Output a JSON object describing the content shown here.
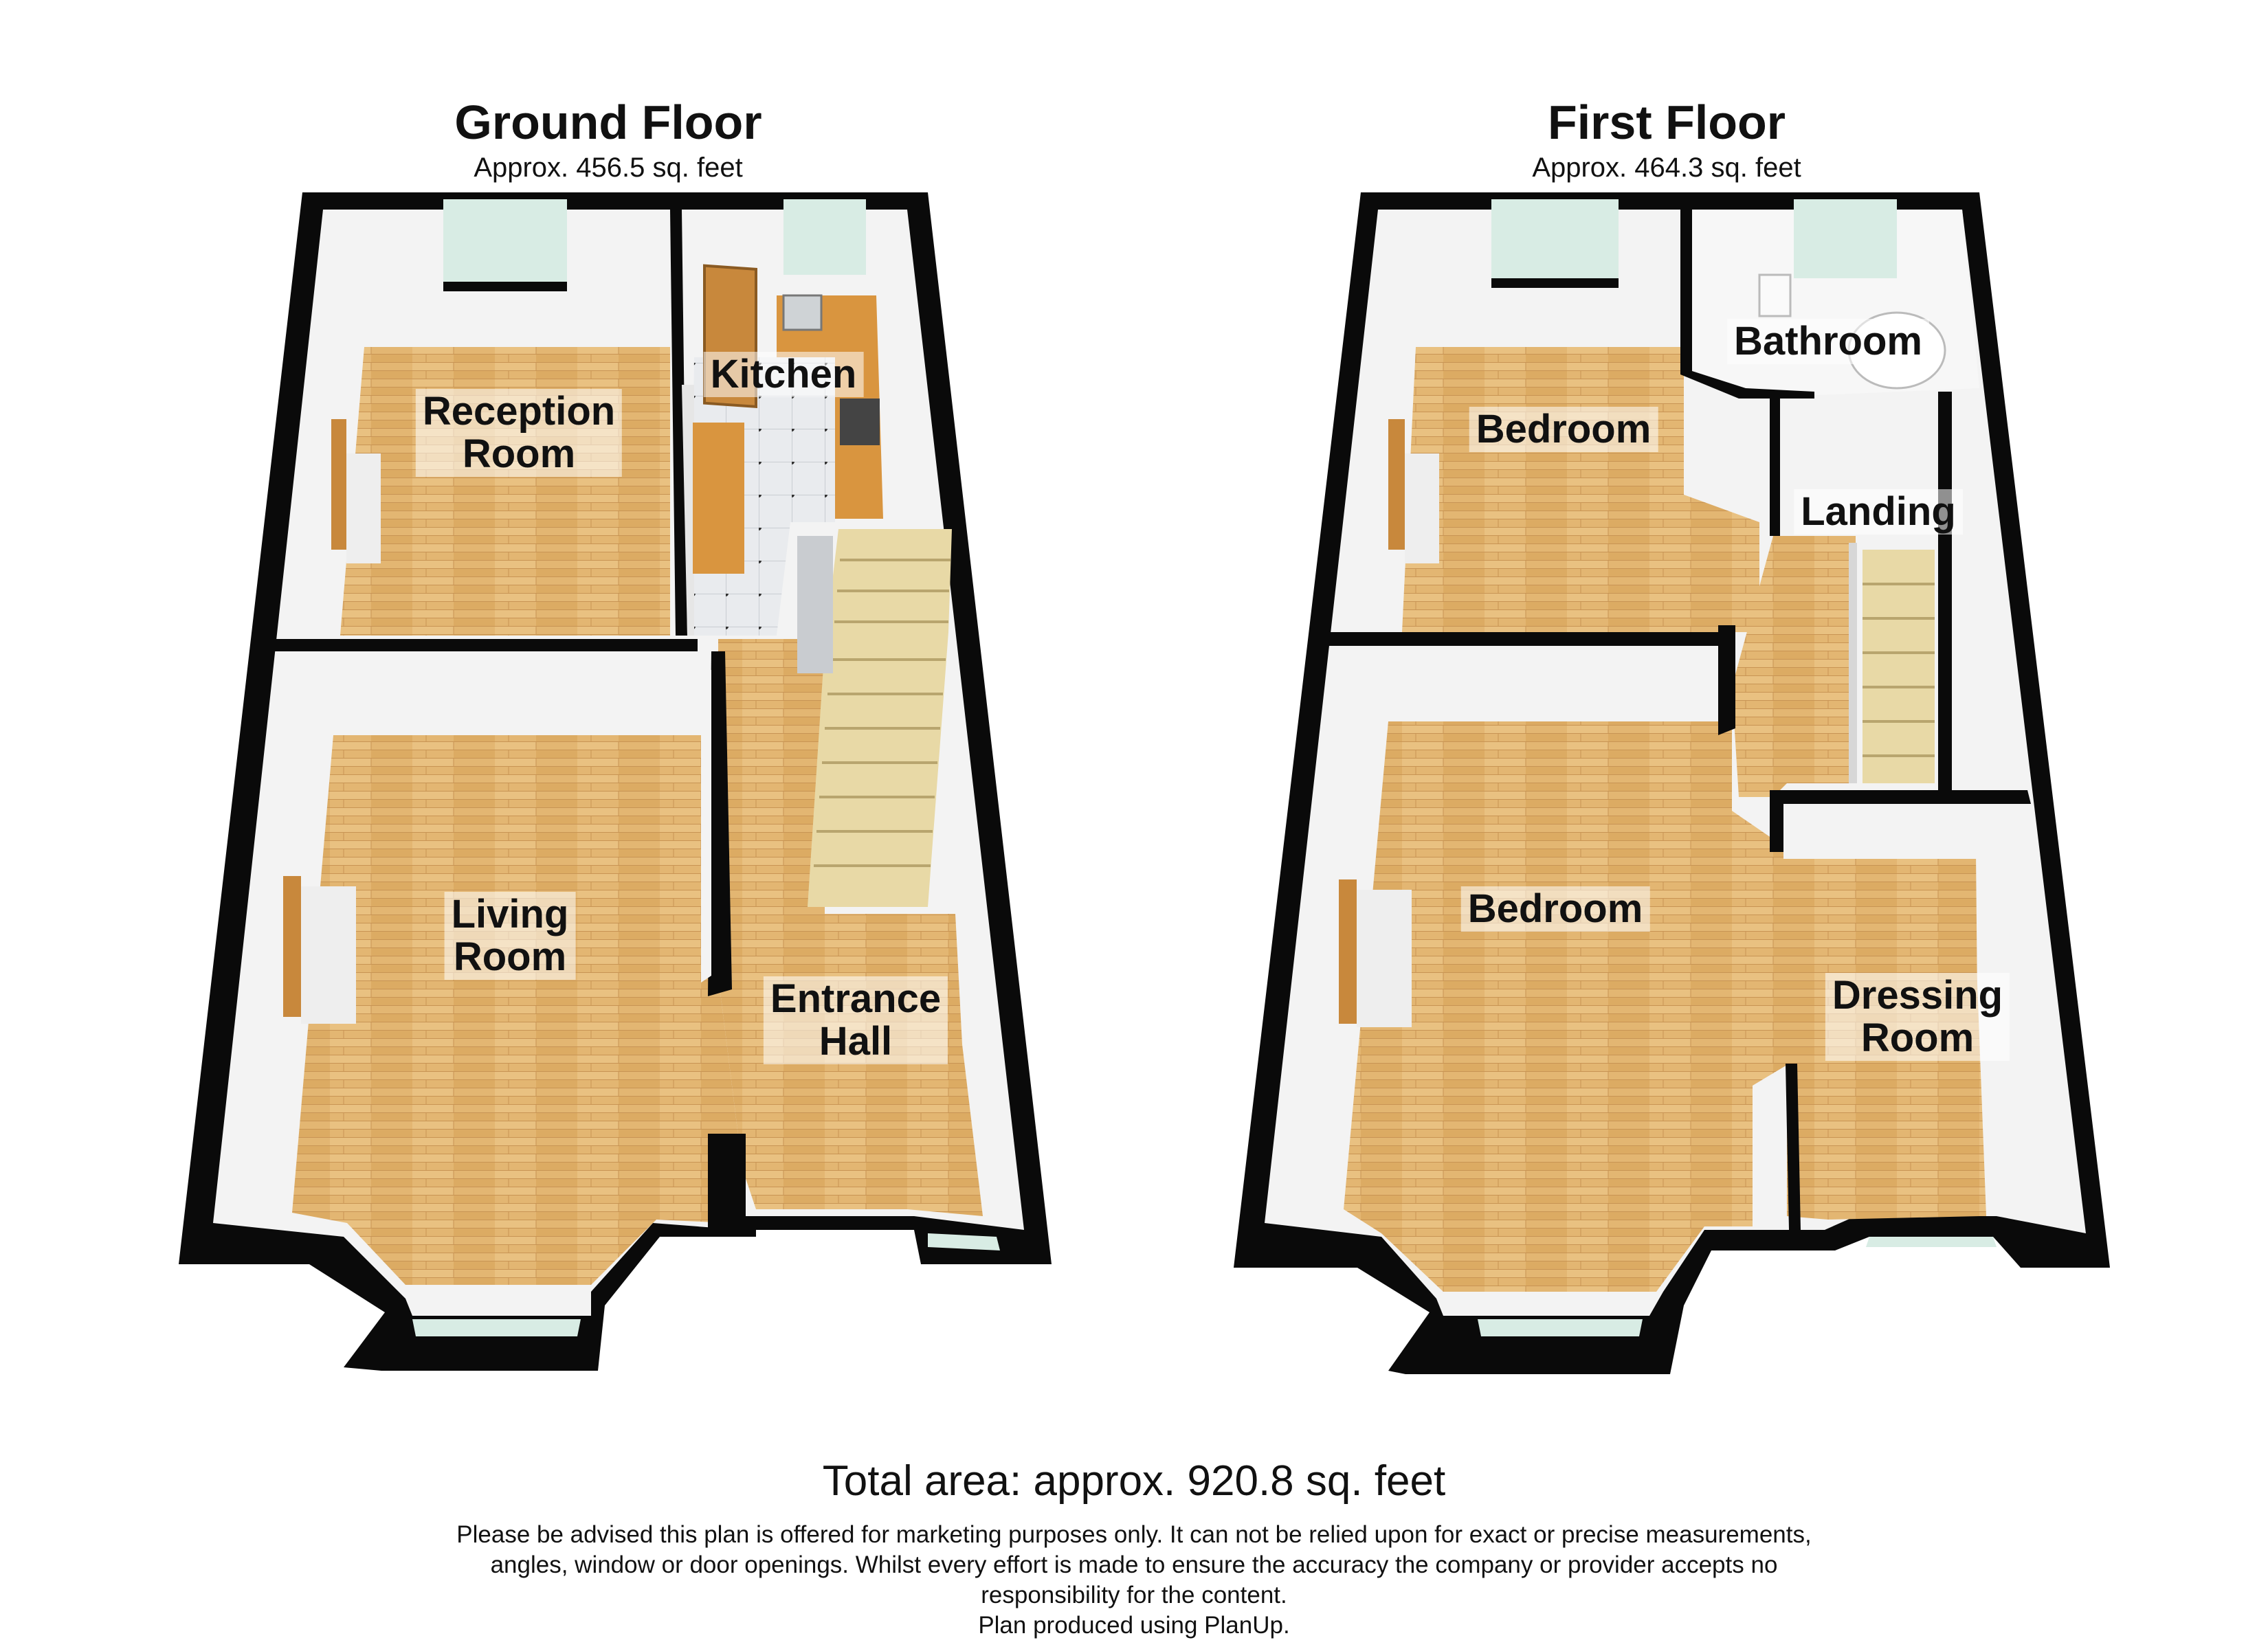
{
  "floors": {
    "ground": {
      "title": "Ground Floor",
      "area": "Approx. 456.5 sq. feet",
      "rooms": {
        "reception_line1": "Reception",
        "reception_line2": "Room",
        "kitchen": "Kitchen",
        "living_line1": "Living",
        "living_line2": "Room",
        "hall_line1": "Entrance",
        "hall_line2": "Hall"
      }
    },
    "first": {
      "title": "First Floor",
      "area": "Approx. 464.3 sq. feet",
      "rooms": {
        "bedroom_back": "Bedroom",
        "bathroom": "Bathroom",
        "landing": "Landing",
        "bedroom_front": "Bedroom",
        "dressing_line1": "Dressing",
        "dressing_line2": "Room"
      }
    }
  },
  "footer": {
    "total": "Total area: approx. 920.8 sq. feet",
    "disclaimer_1": "Please be advised this plan is offered for marketing purposes only. It can not be relied upon for exact or precise measurements,",
    "disclaimer_2": "angles, window or door openings. Whilst every effort is made to ensure the accuracy the company or provider accepts no",
    "disclaimer_3": "responsibility for the content.",
    "credit": "Plan produced using PlanUp."
  },
  "colors": {
    "wall": "#0a0a0a",
    "floor_wood": "#e2b572",
    "wall_inner": "#f2f2f2",
    "window_glass": "#d8ece4",
    "kitchen_tile": "#e6e9ec",
    "worktop": "#d9953f"
  }
}
